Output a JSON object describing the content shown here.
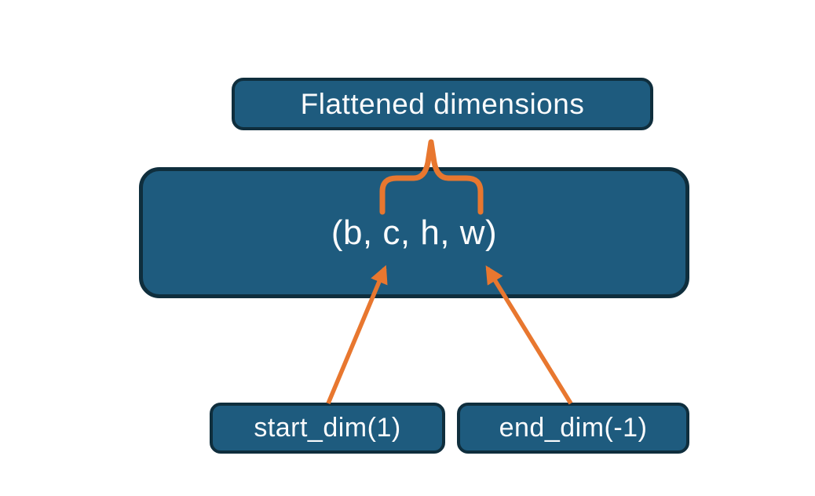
{
  "colors": {
    "bg": "#ffffff",
    "box_fill": "#1E5B7E",
    "box_border": "#0F2E3D",
    "accent": "#E8772F",
    "text": "#FAFBFC"
  },
  "nodes": {
    "flattened": {
      "label": "Flattened dimensions"
    },
    "tensor": {
      "label": "(b, c, h, w)"
    },
    "start_dim": {
      "label": "start_dim(1)"
    },
    "end_dim": {
      "label": "end_dim(-1)"
    }
  }
}
